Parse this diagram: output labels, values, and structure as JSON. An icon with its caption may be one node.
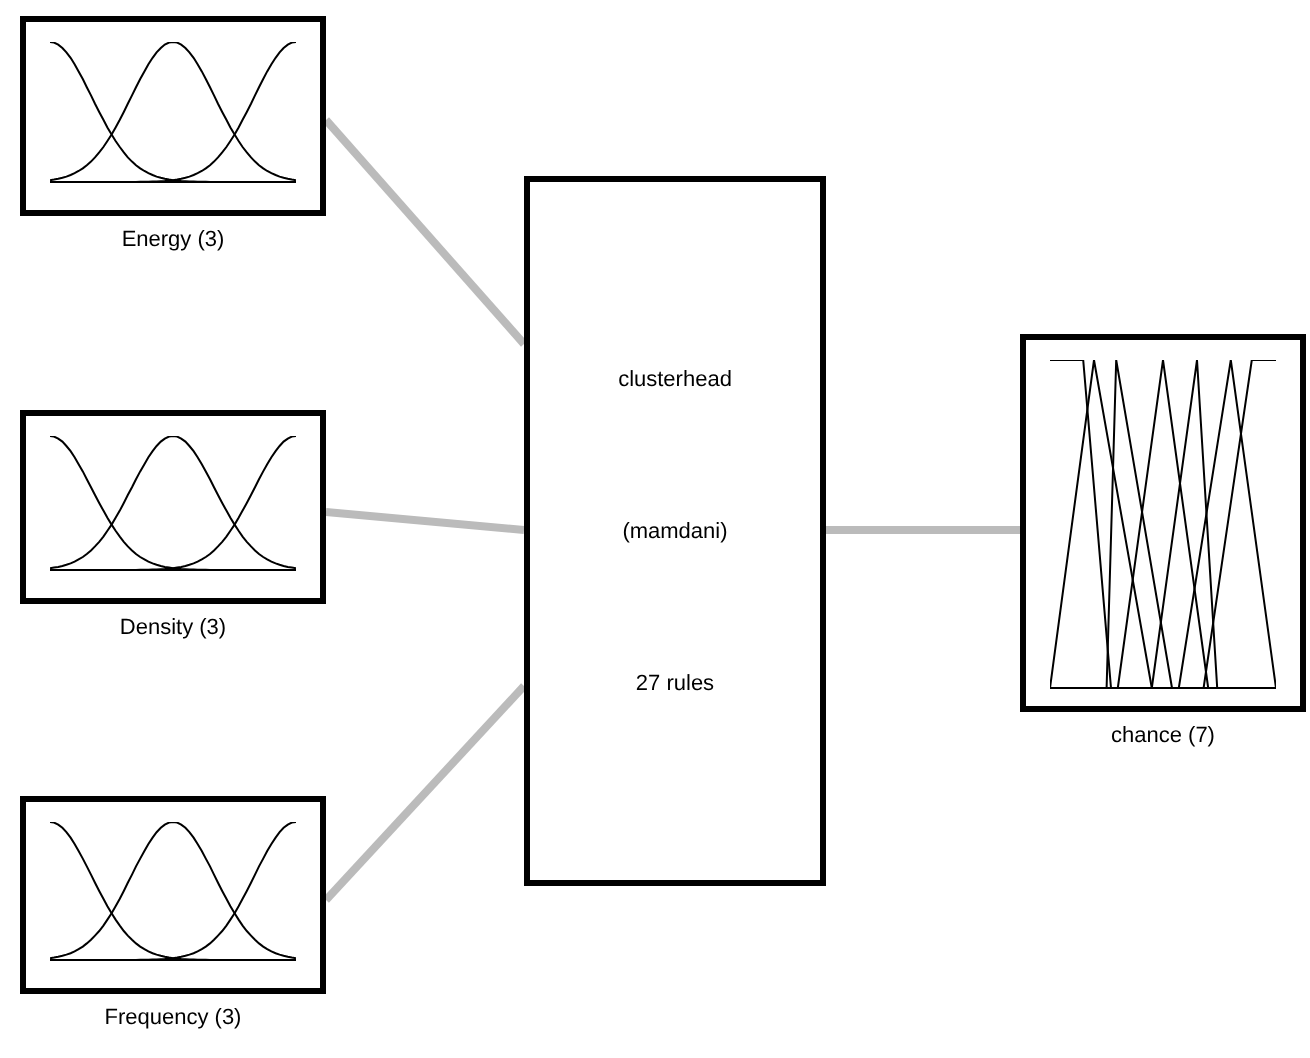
{
  "diagram": {
    "nodes": [
      {
        "text": [
          "Energy (3)"
        ]
      },
      {
        "text": [
          "Density (3)"
        ]
      },
      {
        "text": [
          "Frequency (3)"
        ]
      },
      {
        "text": [
          "clusterhead",
          "(mamdani)",
          "27 rules"
        ]
      },
      {
        "text": [
          "chance (7)"
        ]
      }
    ],
    "edges": [
      {
        "from": 0,
        "to": 3,
        "arrow": "none"
      },
      {
        "from": 1,
        "to": 3,
        "arrow": "none"
      },
      {
        "from": 2,
        "to": 3,
        "arrow": "none"
      },
      {
        "from": 3,
        "to": 4,
        "arrow": "none"
      }
    ]
  }
}
